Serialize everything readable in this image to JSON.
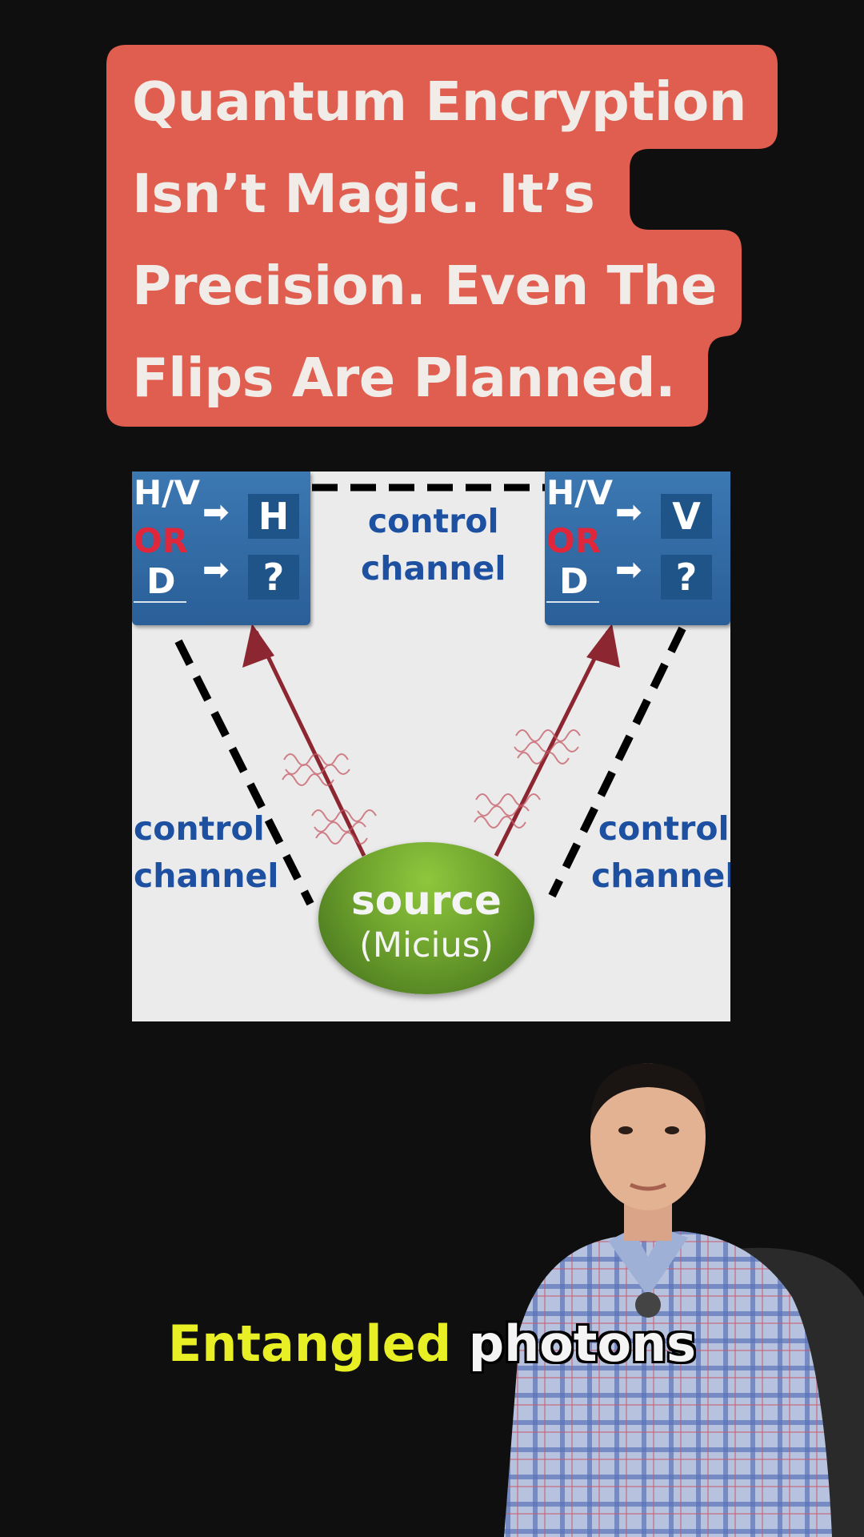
{
  "title": {
    "lines": [
      "Quantum Encryption",
      "Isn’t Magic. It’s",
      "Precision. Even The",
      "Flips Are Planned."
    ],
    "background_color": "#e05e4f"
  },
  "diagram": {
    "left_box": {
      "basis_hv": "H/V",
      "or_label": "OR",
      "basis_d": "D",
      "result_top": "H",
      "result_bottom": "?"
    },
    "right_box": {
      "basis_hv": "H/V",
      "or_label": "OR",
      "basis_d": "D",
      "result_top": "V",
      "result_bottom": "?"
    },
    "top_channel": {
      "line1": "control",
      "line2": "channel"
    },
    "left_channel": {
      "line1": "control",
      "line2": "channel"
    },
    "right_channel": {
      "line1": "control",
      "line2": "channel"
    },
    "source": {
      "line1": "source",
      "line2": "(Micius)"
    }
  },
  "caption": {
    "word1": "Entangled",
    "word2": "photons"
  }
}
